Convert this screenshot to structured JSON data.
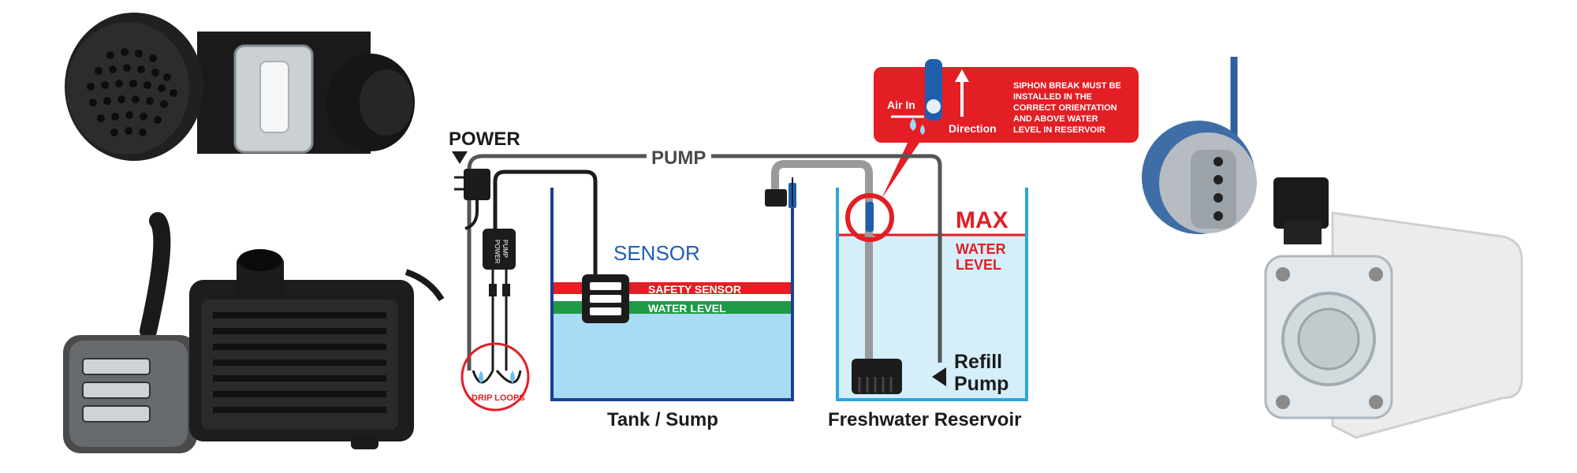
{
  "labels": {
    "power": "POWER",
    "pump": "PUMP",
    "sensor": "SENSOR",
    "safety_sensor": "SAFETY SENSOR",
    "water_level_band": "WATER LEVEL",
    "drip_loops": "DRIP LOOPS",
    "max": "MAX",
    "water_level_line1": "WATER",
    "water_level_line2": "LEVEL",
    "refill_line1": "Refill",
    "refill_line2": "Pump",
    "tank": "Tank / Sump",
    "reservoir": "Freshwater Reservoir",
    "power_box_line1": "POWER",
    "power_box_line2": "PUMP"
  },
  "callout": {
    "air_in": "Air In",
    "direction": "Direction",
    "note_lines": [
      "SIPHON BREAK MUST BE",
      "INSTALLED IN THE",
      "CORRECT ORIENTATION",
      "AND ABOVE WATER",
      "LEVEL IN RESERVOIR"
    ]
  },
  "colors": {
    "red": "#e31e24",
    "green": "#1e9a47",
    "blue": "#1f5fae",
    "tank_blue": "#1b3f91",
    "reservoir_blue": "#2aa7dc",
    "water": "#a8dcf5",
    "reservoir_water": "#d4eefa",
    "dark": "#1c1c1c",
    "grey_tube": "#9a9a9a"
  }
}
